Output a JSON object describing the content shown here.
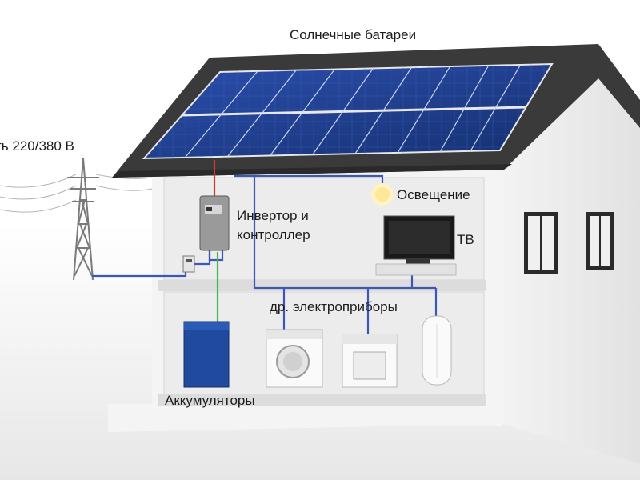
{
  "labels": {
    "solar_panels": "Солнечные батареи",
    "grid": "ть 220/380 В",
    "lighting": "Освещение",
    "inverter": "Инвертор и контроллер",
    "tv": "ТВ",
    "appliances": "др. электроприборы",
    "batteries": "Аккумуляторы"
  },
  "colors": {
    "roof": "#3a3a3a",
    "panel": "#1f3f93",
    "wall": "#f0f0f0",
    "wire_blue": "#3d57b5",
    "wire_red": "#d23a2f",
    "wire_green": "#4caf50",
    "battery": "#1f4a9e"
  }
}
